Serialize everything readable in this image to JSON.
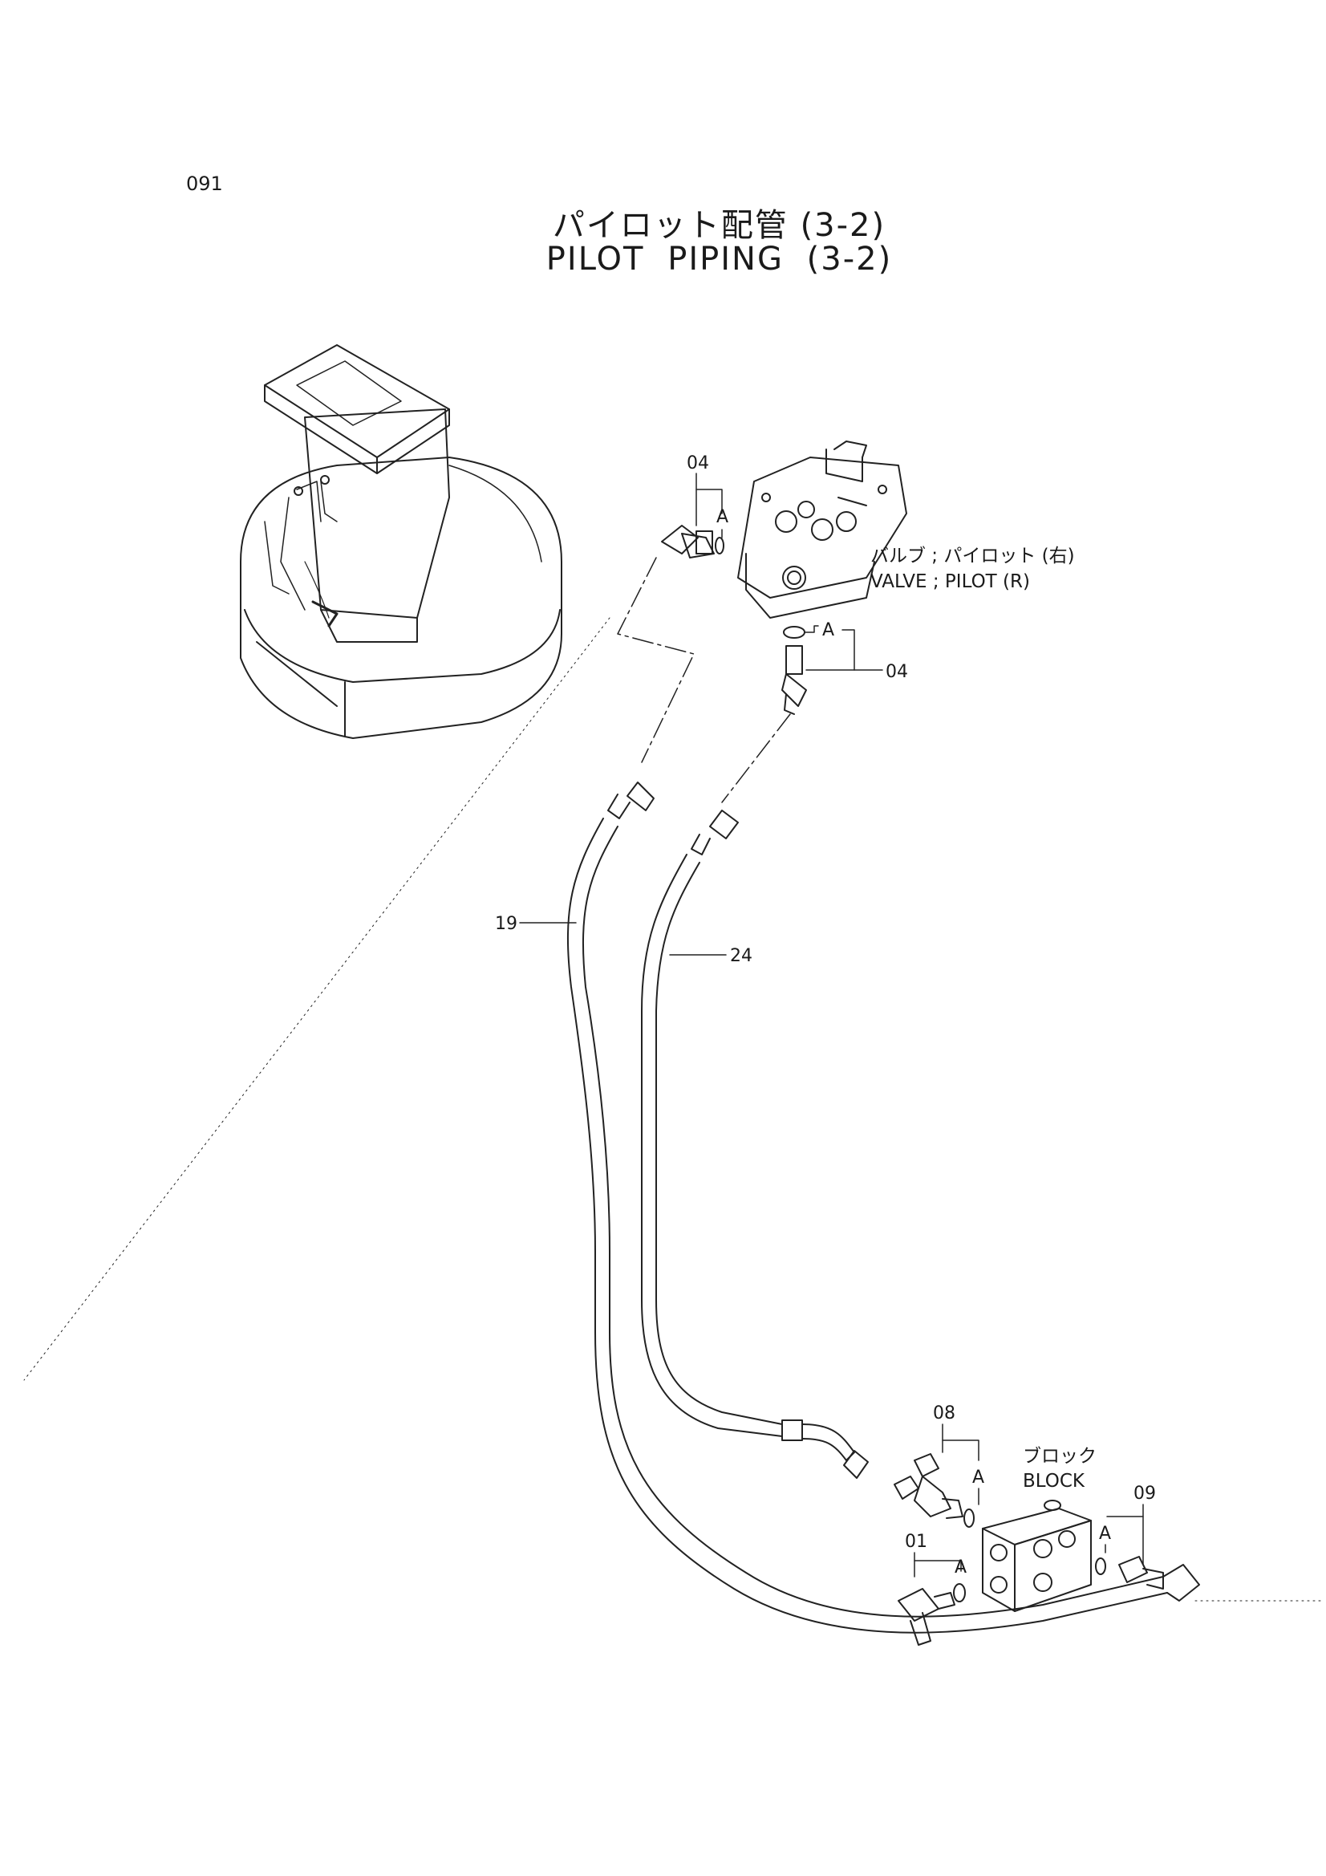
{
  "page_number": "091",
  "title": {
    "japanese": "パイロット配管 (3-2)",
    "english": "PILOT PIPING (3-2)"
  },
  "components": {
    "valve_ja": "バルブ ; パイロット (右)",
    "valve_en": "VALVE ; PILOT (R)",
    "block_ja": "ブロック",
    "block_en": "BLOCK"
  },
  "callouts": {
    "p04_top": "04",
    "p04_right": "04",
    "p19": "19",
    "p24": "24",
    "p08": "08",
    "p01": "01",
    "p09": "09",
    "oring": "A"
  }
}
